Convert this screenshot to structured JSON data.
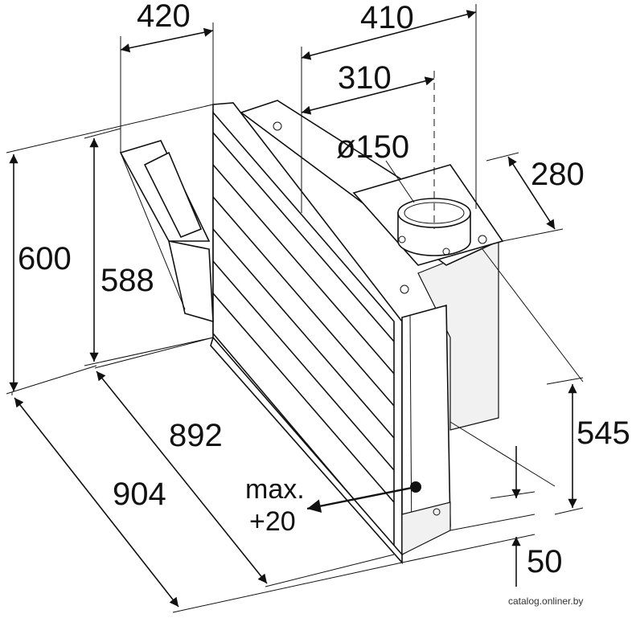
{
  "dimensions": {
    "top_width": "420",
    "top_depth": "410",
    "inner_depth": "310",
    "duct_diameter": "ø150",
    "duct_offset": "280",
    "height_outer": "600",
    "height_inner": "588",
    "length_inner": "892",
    "length_outer": "904",
    "side_height": "545",
    "bottom_offset": "50"
  },
  "annotation": {
    "max_line1": "max.",
    "max_line2": "+20"
  },
  "watermark": "catalog.onliner.by"
}
